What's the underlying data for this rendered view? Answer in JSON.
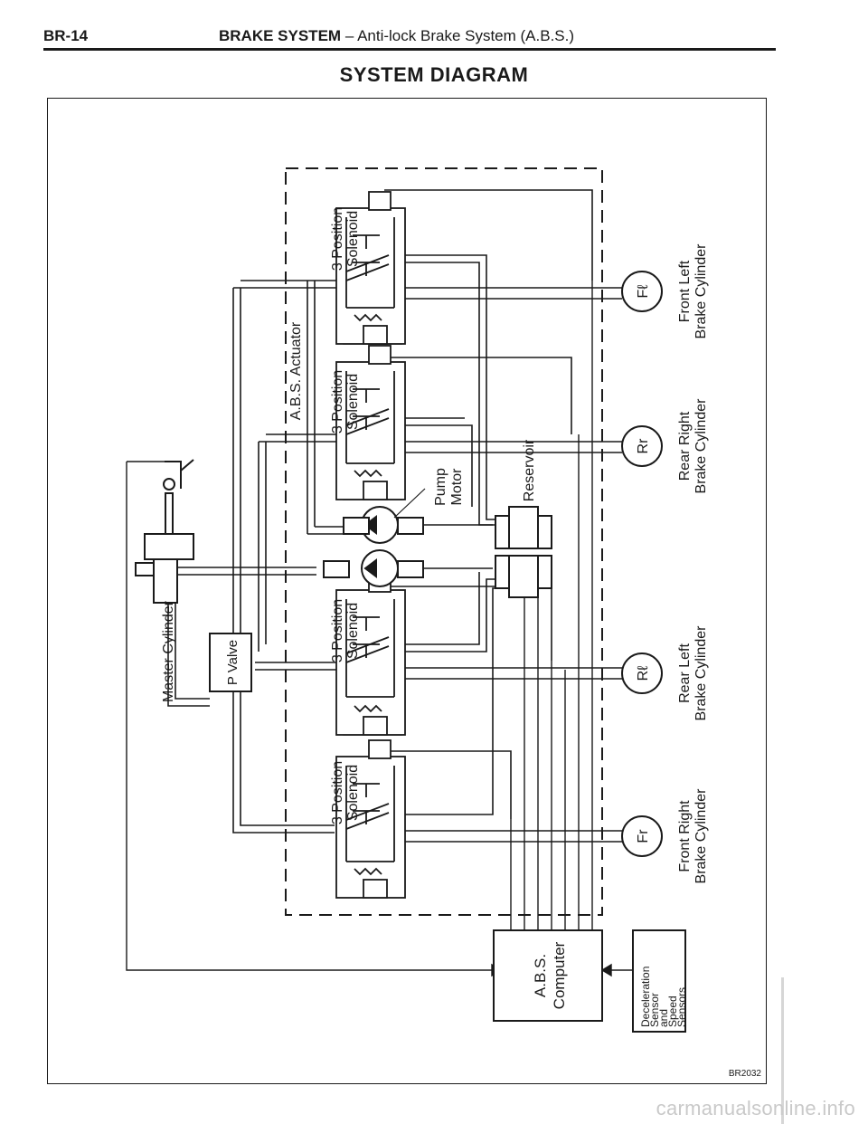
{
  "header": {
    "page_number": "BR-14",
    "section": "BRAKE SYSTEM",
    "separator": "–",
    "subsection": "Anti-lock Brake System (A.B.S.)"
  },
  "diagram": {
    "title": "SYSTEM DIAGRAM",
    "figure_code": "BR2032",
    "labels": {
      "actuator": "A.B.S. Actuator",
      "solenoid_line1": "3 Position",
      "solenoid_line2": "Solenoid",
      "pump_line1": "Pump",
      "pump_line2": "Motor",
      "reservoir": "Reservoir",
      "master_cylinder": "Master Cylinder",
      "p_valve": "P Valve",
      "computer_line1": "A.B.S.",
      "computer_line2": "Computer",
      "sensor_line1": "Deceleration",
      "sensor_line2": "Sensor",
      "sensor_line3": "and",
      "sensor_line4": "Speed",
      "sensor_line5": "Sensors"
    },
    "wheels": [
      {
        "symbol": "Fℓ",
        "line1": "Front Left",
        "line2": "Brake Cylinder"
      },
      {
        "symbol": "Rr",
        "line1": "Rear Right",
        "line2": "Brake Cylinder"
      },
      {
        "symbol": "Rℓ",
        "line1": "Rear Left",
        "line2": "Brake Cylinder"
      },
      {
        "symbol": "Fr",
        "line1": "Front Right",
        "line2": "Brake Cylinder"
      }
    ]
  },
  "watermark": "carmanualsonline.info"
}
